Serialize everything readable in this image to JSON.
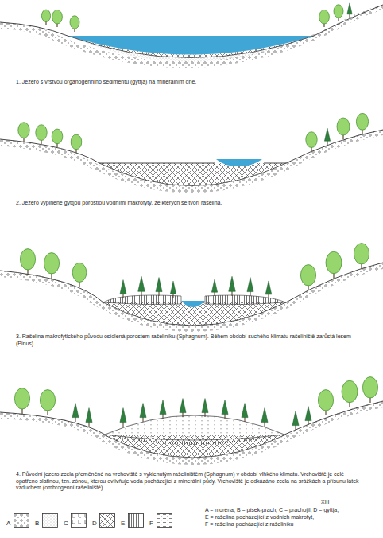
{
  "diagram": {
    "labels": [
      "1. Jezero s vrstvou organogenního sedimentu (gyttja) na minerálním dně.",
      "2. Jezero vyplněné gyttjou porostlou vodními makrofyty, ze kterých se tvoří rašelina.",
      "3. Rašelina makrofytického původu osídlená porostem rašeliníku (Sphagnum). Během období suchého klimatu rašeliniště zarůstá lesem (Pinus).",
      "4. Původní jezero zcela přeměněné na vrchoviště s vyklenutým rašeliništěm (Sphagnum) v období vlhkého klimatu. Vrchoviště je celé opatřeno slatinou, tzn. zónou, kterou ovlivňuje voda pocházející z minerální půdy. Vrchoviště je odkázáno zcela na srážkách a přísunu látek vzduchem (ombrogenní rašeliniště).",
      "XIII",
      "A = moréna, B = písek-prach, C = prachojíl, D = gyttja,",
      "E = rašelina pocházející z vodních makrofyt,",
      "F = rašelina pocházející z rašeliníku"
    ],
    "legend": [
      {
        "text": "A"
      },
      {
        "text": "B"
      },
      {
        "text": "C"
      },
      {
        "text": "D"
      },
      {
        "text": "E"
      },
      {
        "text": "F"
      }
    ]
  }
}
